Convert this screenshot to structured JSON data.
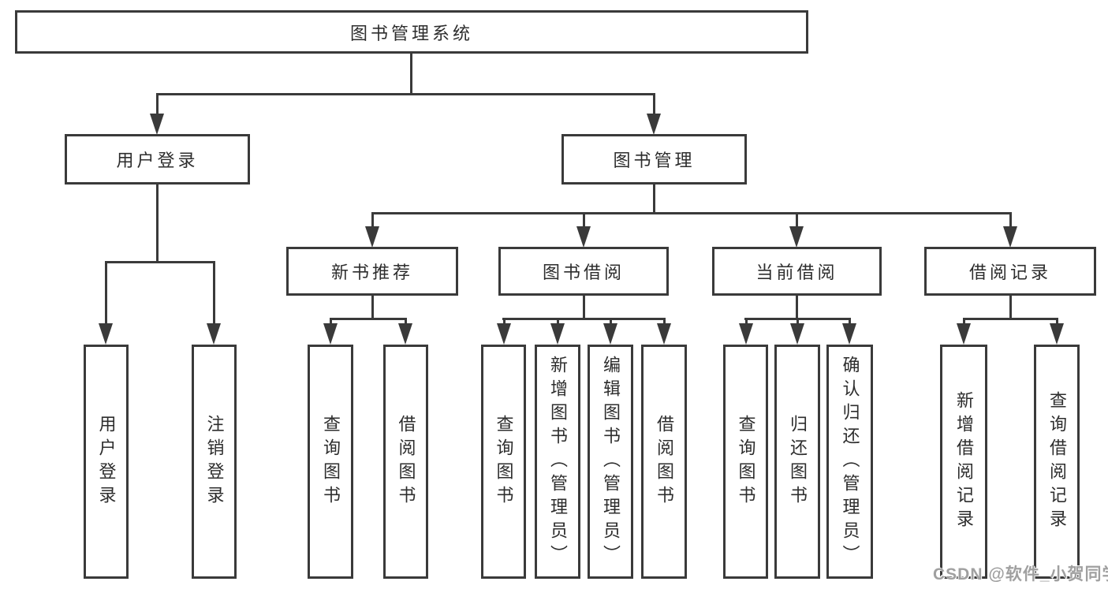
{
  "tree": {
    "root": {
      "label": "图书管理系统"
    },
    "children": [
      {
        "label": "用户登录",
        "children": [
          {
            "label": "用户登录"
          },
          {
            "label": "注销登录"
          }
        ]
      },
      {
        "label": "图书管理",
        "children": [
          {
            "label": "新书推荐",
            "children": [
              {
                "label": "查询图书"
              },
              {
                "label": "借阅图书"
              }
            ]
          },
          {
            "label": "图书借阅",
            "children": [
              {
                "label": "查询图书"
              },
              {
                "label": "新增图书（管理员）"
              },
              {
                "label": "编辑图书（管理员）"
              },
              {
                "label": "借阅图书"
              }
            ]
          },
          {
            "label": "当前借阅",
            "children": [
              {
                "label": "查询图书"
              },
              {
                "label": "归还图书"
              },
              {
                "label": "确认归还（管理员）"
              }
            ]
          },
          {
            "label": "借阅记录",
            "children": [
              {
                "label": "新增借阅记录"
              },
              {
                "label": "查询借阅记录"
              }
            ]
          }
        ]
      }
    ]
  },
  "watermark": {
    "text": "CSDN @软件_小贺同学"
  },
  "colors": {
    "line": "#3a3a3a",
    "text": "#2d2d2d",
    "background": "#ffffff",
    "watermark": "#a0a0a0"
  }
}
